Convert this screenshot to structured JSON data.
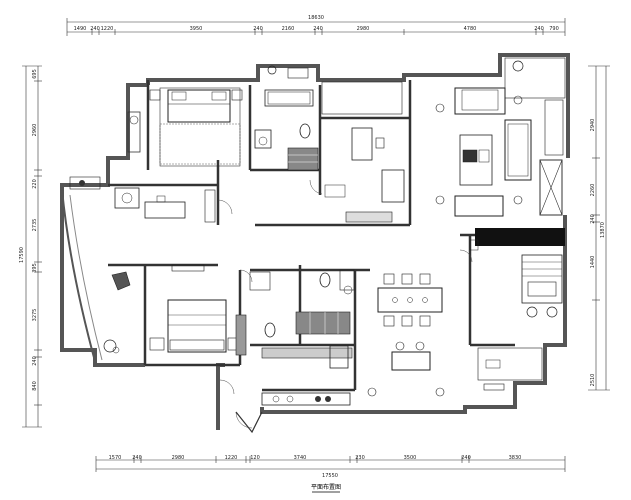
{
  "drawing": {
    "title": "平面布置图"
  },
  "dimensions": {
    "top_total": "18630",
    "top": [
      "1490",
      "240",
      "1220",
      "3950",
      "240",
      "2160",
      "240",
      "2980",
      "4780",
      "240",
      "790"
    ],
    "bottom_total": "17550",
    "bottom": [
      "1570",
      "240",
      "2980",
      "1220",
      "120",
      "3740",
      "230",
      "3500",
      "240",
      "3830"
    ],
    "left": [
      "695",
      "2960",
      "220",
      "2735",
      "395",
      "3275",
      "240",
      "840"
    ],
    "left_total": "17590",
    "right": [
      "2940",
      "2260",
      "240",
      "1440",
      "2510"
    ],
    "right_total": "13870"
  }
}
